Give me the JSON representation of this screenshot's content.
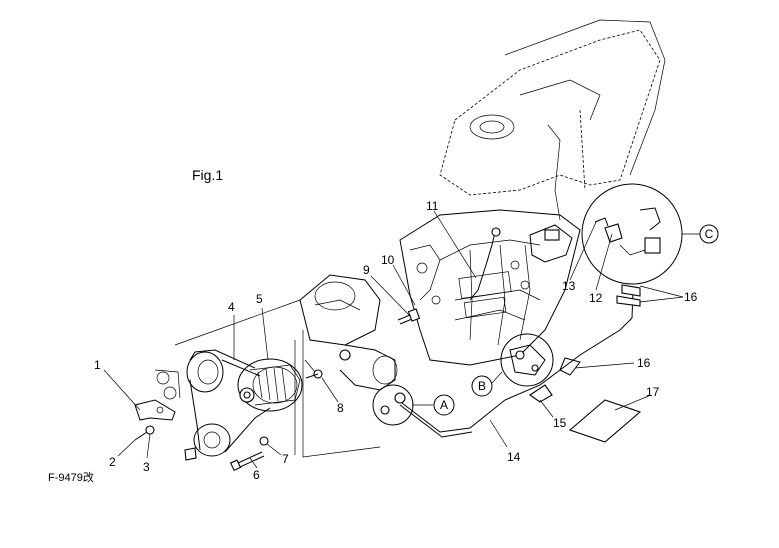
{
  "figure": {
    "title": "Fig.1",
    "figure_number": "F-9479改"
  },
  "callouts": [
    {
      "id": "c1",
      "text": "1"
    },
    {
      "id": "c2",
      "text": "2"
    },
    {
      "id": "c3",
      "text": "3"
    },
    {
      "id": "c4",
      "text": "4"
    },
    {
      "id": "c5",
      "text": "5"
    },
    {
      "id": "c6",
      "text": "6"
    },
    {
      "id": "c7",
      "text": "7"
    },
    {
      "id": "c8",
      "text": "8"
    },
    {
      "id": "c9",
      "text": "9"
    },
    {
      "id": "c10",
      "text": "10"
    },
    {
      "id": "c11",
      "text": "11"
    },
    {
      "id": "c12",
      "text": "12"
    },
    {
      "id": "c13",
      "text": "13"
    },
    {
      "id": "c14",
      "text": "14"
    },
    {
      "id": "c15",
      "text": "15"
    },
    {
      "id": "c16a",
      "text": "16"
    },
    {
      "id": "c16b",
      "text": "16"
    },
    {
      "id": "c17",
      "text": "17"
    }
  ],
  "detail_markers": {
    "A": "A",
    "B": "B",
    "C": "C"
  }
}
